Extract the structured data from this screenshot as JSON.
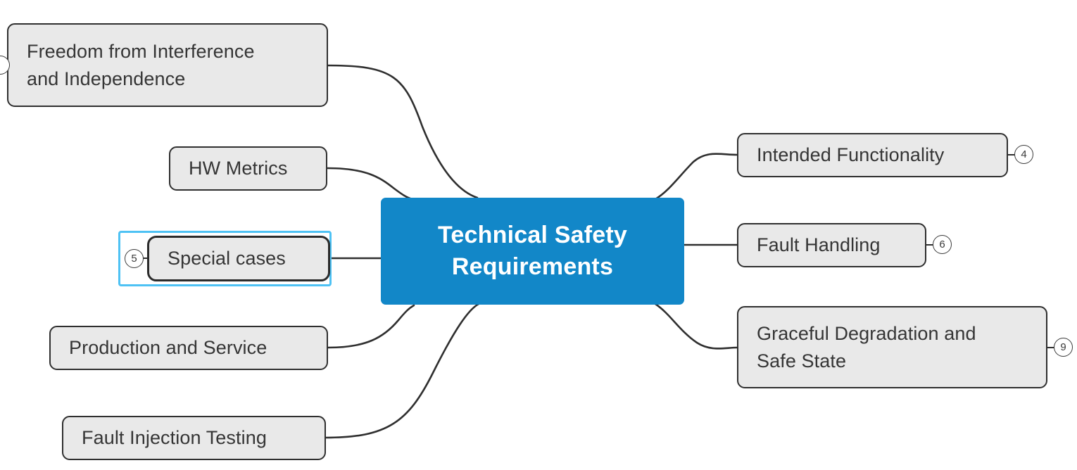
{
  "diagram": {
    "type": "mind-map",
    "title": "Technical Safety Requirements",
    "background_color": "#ffffff",
    "root_color": "#1287c8",
    "node_fill": "#e9e9e9",
    "node_border": "#2f2f2f",
    "selection_color": "#4ec2f4",
    "root": {
      "label": "Technical Safety\nRequirements"
    },
    "branches_left": [
      {
        "id": "freedom-from-interference",
        "label": "Freedom from Interference\nand Independence",
        "badge": "",
        "selected": false
      },
      {
        "id": "hw-metrics",
        "label": "HW Metrics",
        "badge": "",
        "selected": false
      },
      {
        "id": "special-cases",
        "label": "Special cases",
        "badge": "5",
        "selected": true
      },
      {
        "id": "production-and-service",
        "label": "Production and Service",
        "badge": "",
        "selected": false
      },
      {
        "id": "fault-injection-testing",
        "label": "Fault Injection Testing",
        "badge": "",
        "selected": false
      }
    ],
    "branches_right": [
      {
        "id": "intended-functionality",
        "label": "Intended Functionality",
        "badge": "4",
        "selected": false
      },
      {
        "id": "fault-handling",
        "label": "Fault Handling",
        "badge": "6",
        "selected": false
      },
      {
        "id": "graceful-degradation",
        "label": "Graceful Degradation and\nSafe State",
        "badge": "9",
        "selected": false
      }
    ]
  }
}
